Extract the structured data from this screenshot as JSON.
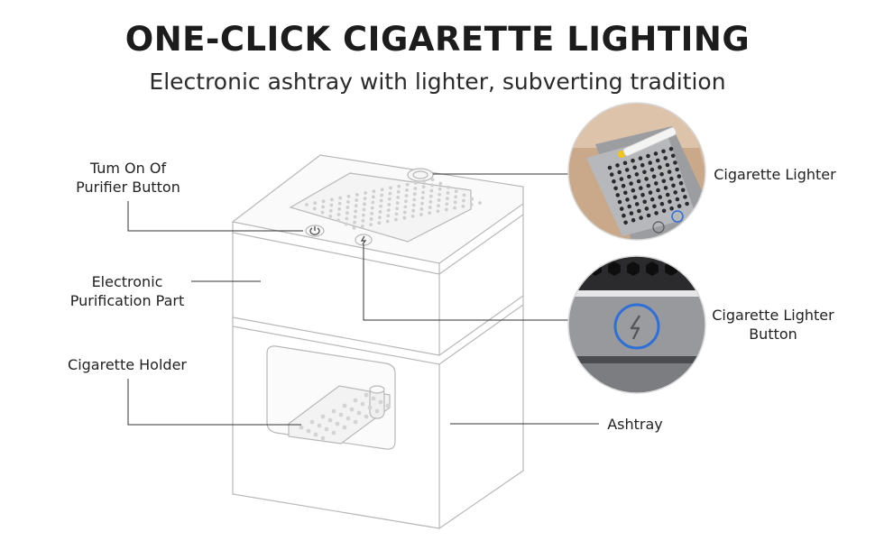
{
  "header": {
    "title": "ONE-CLICK CIGARETTE LIGHTING",
    "subtitle": "Electronic ashtray with lighter, subverting tradition"
  },
  "callouts": {
    "purifier_button": {
      "line1": "Tum On Of",
      "line2": "Purifier Button"
    },
    "purification_part": {
      "line1": "Electronic",
      "line2": "Purification Part"
    },
    "cigarette_holder": {
      "text": "Cigarette Holder"
    },
    "cigarette_lighter": {
      "text": "Cigarette Lighter"
    },
    "lighter_button": {
      "line1": "Cigarette Lighter",
      "line2": "Button"
    },
    "ashtray": {
      "text": "Ashtray"
    }
  },
  "colors": {
    "outline": "#b5b5b5",
    "leader": "#333333",
    "accent_blue": "#2f6fd8",
    "metal": "#8e9094",
    "flame": "#f2c417"
  },
  "icons": [
    "power-icon",
    "lightning-icon"
  ]
}
